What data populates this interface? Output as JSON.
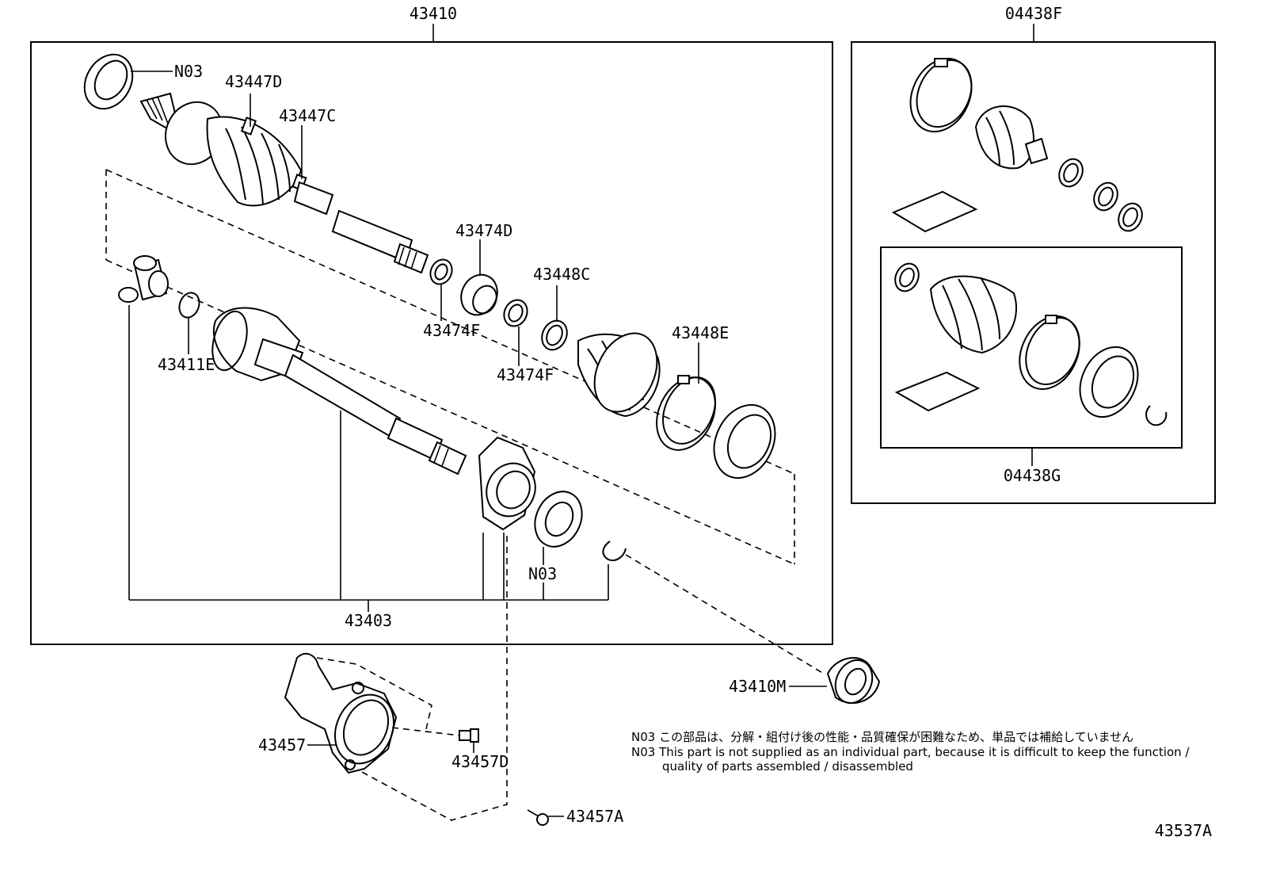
{
  "labels": {
    "l43410": "43410",
    "l04438F": "04438F",
    "lN03a": "N03",
    "l43447D": "43447D",
    "l43447C": "43447C",
    "l43474D": "43474D",
    "l43448C": "43448C",
    "l43474Fa": "43474F",
    "l43474Fb": "43474F",
    "l43448E": "43448E",
    "l43411E": "43411E",
    "lN03b": "N03",
    "l43403": "43403",
    "l04438G": "04438G",
    "l43410M": "43410M",
    "l43457": "43457",
    "l43457D": "43457D",
    "l43457A": "43457A",
    "l43537A": "43537A"
  },
  "notes": {
    "jp": "N03 この部品は、分解・組付け後の性能・品質確保が困難なため、単品では補給していません",
    "en1": "N03 This part is not supplied as an  individual part, because it is difficult to keep the function /",
    "en2": "quality of parts assembled / disassembled"
  }
}
